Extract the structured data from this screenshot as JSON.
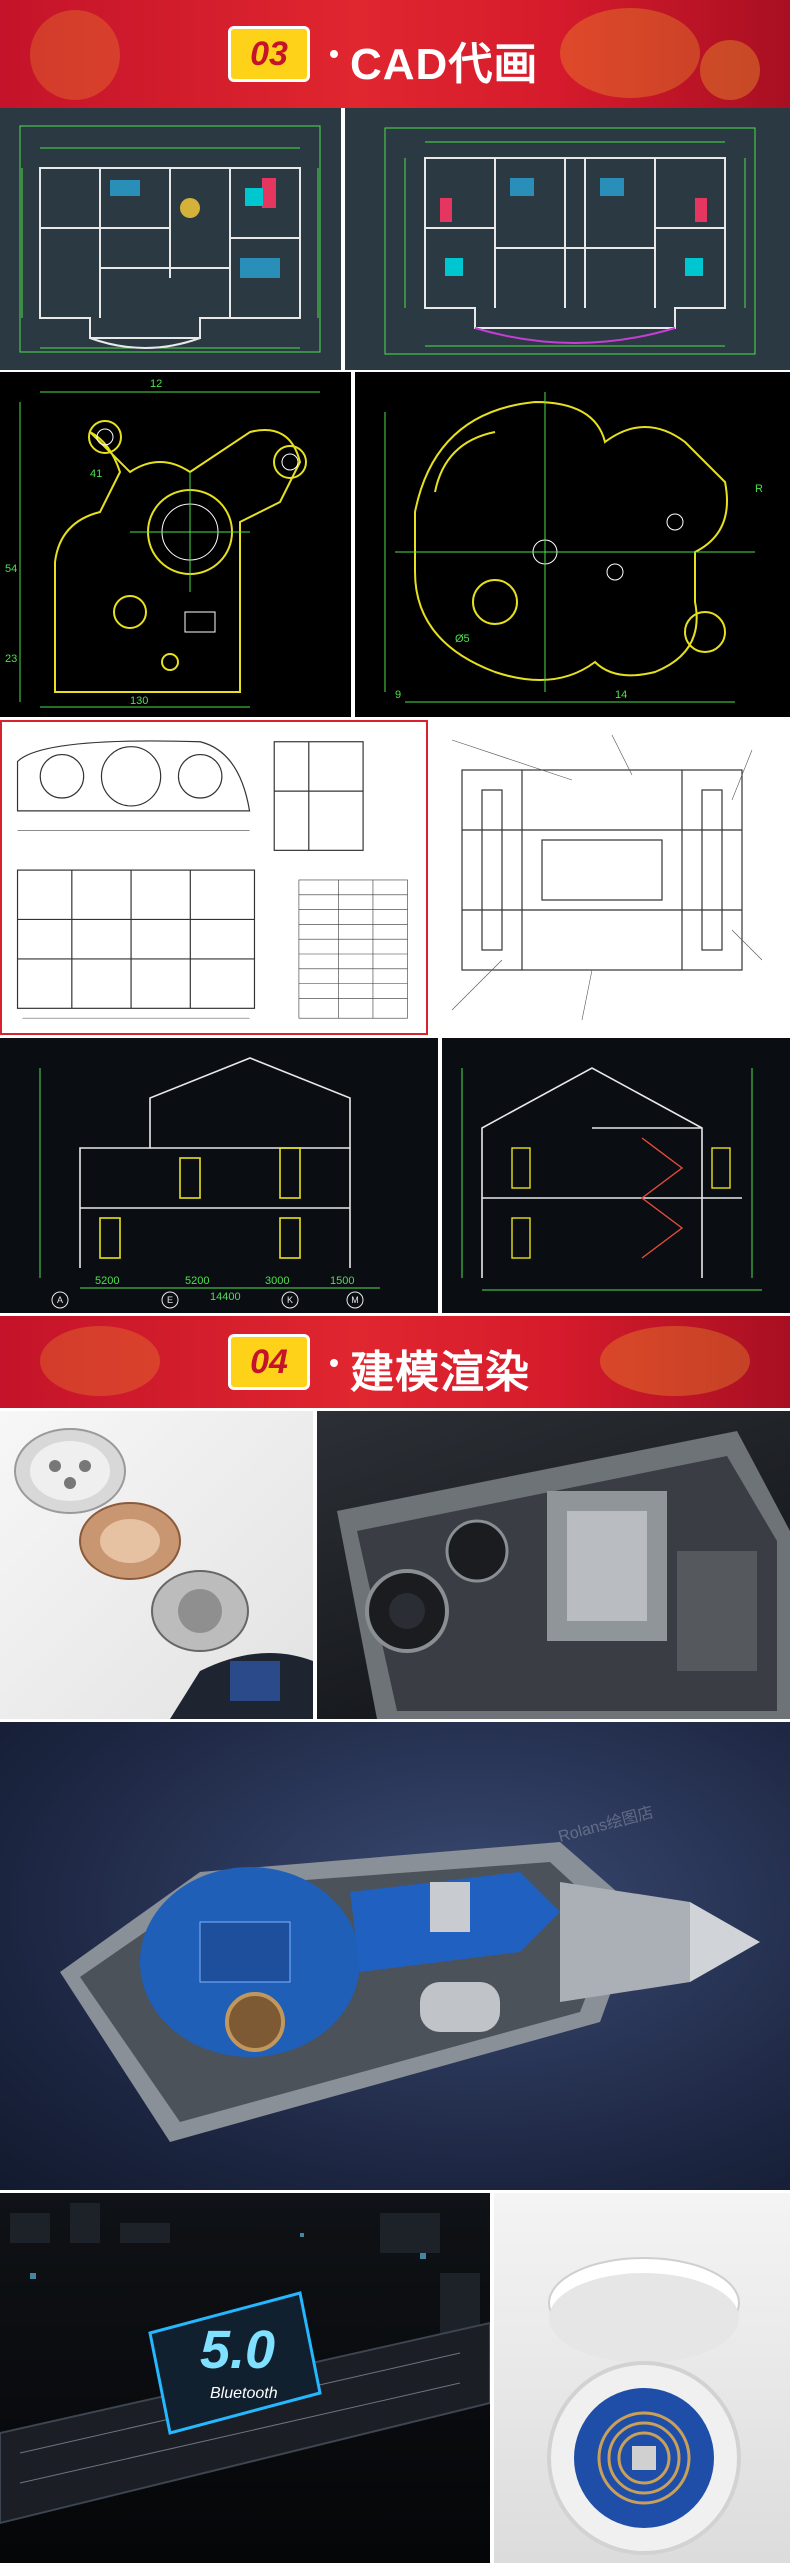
{
  "section3": {
    "number": "03",
    "title": "CAD代画"
  },
  "section4": {
    "number": "04",
    "title": "建模渲染"
  },
  "watermark": "Rolans绘图店",
  "badge": {
    "big": "5.0",
    "small": "Bluetooth"
  },
  "colors": {
    "banner_red": "#d61b2c",
    "badge_yellow": "#ffd21a",
    "cad_bg": "#1a1c22"
  },
  "dims": {
    "mech_a": [
      "12",
      "41",
      "130",
      "54",
      "23"
    ],
    "mech_b": [
      "R",
      "14",
      "9",
      "Ø5"
    ],
    "arch_bottom": [
      "5200",
      "5200",
      "3000",
      "1500"
    ],
    "arch_total": "14400",
    "arch_axes": [
      "A",
      "E",
      "K",
      "M"
    ]
  }
}
